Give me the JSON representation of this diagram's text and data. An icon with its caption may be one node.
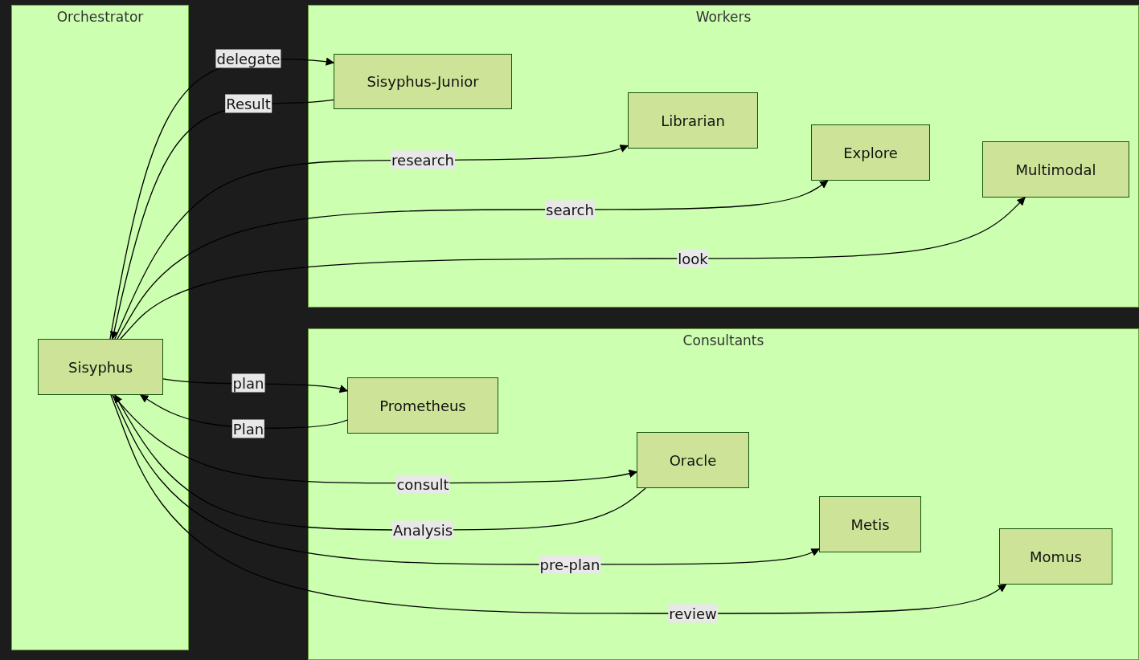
{
  "diagram": {
    "nodes": [
      {
        "text": [
          "Orchestrator"
        ]
      },
      {
        "text": [
          "Sisyphus"
        ],
        "in": 0
      },
      {
        "text": [
          "Workers"
        ]
      },
      {
        "text": [
          "Sisyphus-Junior"
        ],
        "in": 2
      },
      {
        "text": [
          "Librarian"
        ],
        "in": 2
      },
      {
        "text": [
          "Explore"
        ],
        "in": 2
      },
      {
        "text": [
          "Multimodal"
        ],
        "in": 2
      },
      {
        "text": [
          "Consultants"
        ]
      },
      {
        "text": [
          "Prometheus"
        ],
        "in": 7
      },
      {
        "text": [
          "Oracle"
        ],
        "in": 7
      },
      {
        "text": [
          "Metis"
        ],
        "in": 7
      },
      {
        "text": [
          "Momus"
        ],
        "in": 7
      }
    ],
    "edges": [
      {
        "from": 1,
        "to": 3,
        "arrow": "to",
        "label": "delegate"
      },
      {
        "from": 3,
        "to": 1,
        "arrow": "to",
        "label": "Result"
      },
      {
        "from": 1,
        "to": 4,
        "arrow": "to",
        "label": "research"
      },
      {
        "from": 1,
        "to": 5,
        "arrow": "to",
        "label": "search"
      },
      {
        "from": 1,
        "to": 6,
        "arrow": "to",
        "label": "look"
      },
      {
        "from": 1,
        "to": 8,
        "arrow": "to",
        "label": "plan"
      },
      {
        "from": 8,
        "to": 1,
        "arrow": "to",
        "label": "Plan"
      },
      {
        "from": 1,
        "to": 9,
        "arrow": "to",
        "label": "consult"
      },
      {
        "from": 9,
        "to": 1,
        "arrow": "to",
        "label": "Analysis"
      },
      {
        "from": 1,
        "to": 10,
        "arrow": "to",
        "label": "pre-plan"
      },
      {
        "from": 1,
        "to": 11,
        "arrow": "to",
        "label": "review"
      }
    ]
  }
}
